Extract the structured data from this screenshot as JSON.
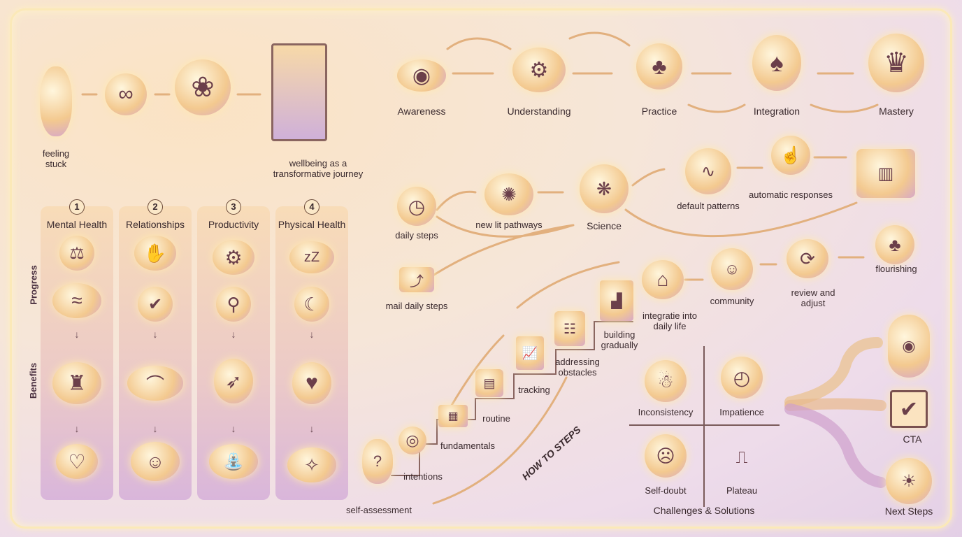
{
  "intro": {
    "start_label": "feeling\nstuck",
    "journey_label": "wellbeing as a\ntransformative journey"
  },
  "stages": [
    "Awareness",
    "Understanding",
    "Practice",
    "Integration",
    "Mastery"
  ],
  "side_labels": {
    "progress": "Progress",
    "benefits": "Benefits"
  },
  "columns": [
    {
      "number": "1",
      "title": "Mental Health"
    },
    {
      "number": "2",
      "title": "Relationships"
    },
    {
      "number": "3",
      "title": "Productivity"
    },
    {
      "number": "4",
      "title": "Physical Health"
    }
  ],
  "science": {
    "daily_steps": "daily steps",
    "new_pathways": "new lit pathways",
    "science": "Science",
    "default_patterns": "default patterns",
    "automatic_responses": "automatic responses",
    "mail_daily_steps": "mail daily steps"
  },
  "integration": {
    "daily_life": "integratie into\ndaily life",
    "community": "community",
    "review": "review and\nadjust",
    "flourishing": "flourishing"
  },
  "steps": {
    "banner": "HOW TO STEPS",
    "items": [
      "self-assessment",
      "intentions",
      "fundamentals",
      "routine",
      "tracking",
      "addressing\nobstacles",
      "building\ngradually"
    ]
  },
  "challenges": {
    "title": "Challenges & Solutions",
    "items": [
      "Inconsistency",
      "Impatience",
      "Self-doubt",
      "Plateau"
    ]
  },
  "outcomes": {
    "cta": "CTA",
    "next_steps": "Next Steps"
  },
  "colors": {
    "peach": "#f3c98f",
    "lavender": "#d9b6db",
    "ink": "#3a2a2e"
  }
}
